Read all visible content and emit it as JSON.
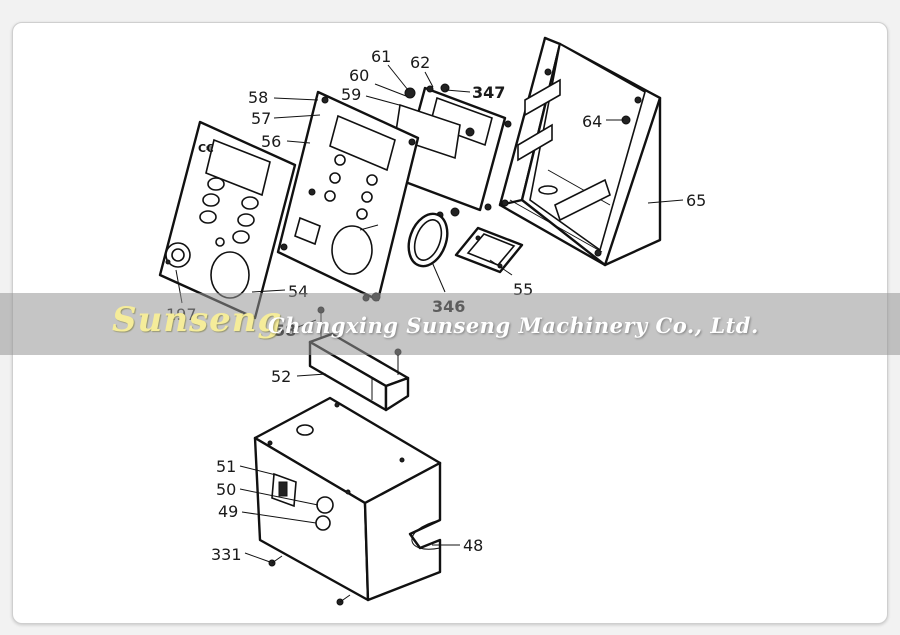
{
  "watermark": {
    "logo": "Sunseng",
    "company": "Changxing Sunseng Machinery Co., Ltd."
  },
  "labels": {
    "p61": "61",
    "p62": "62",
    "p60": "60",
    "p347": "347",
    "p58a": "58",
    "p59": "59",
    "p57": "57",
    "p64": "64",
    "p56": "56",
    "p65": "65",
    "p54": "54",
    "p197": "197",
    "p346": "346",
    "p55": "55",
    "p58b": "58",
    "p52": "52",
    "p51": "51",
    "p50": "50",
    "p49": "49",
    "p48": "48",
    "p331": "331"
  },
  "colors": {
    "background": "#f2f2f2",
    "panel": "#ffffff",
    "banner": "#969696",
    "logo": "#f5ec9a",
    "ink": "#111111"
  }
}
